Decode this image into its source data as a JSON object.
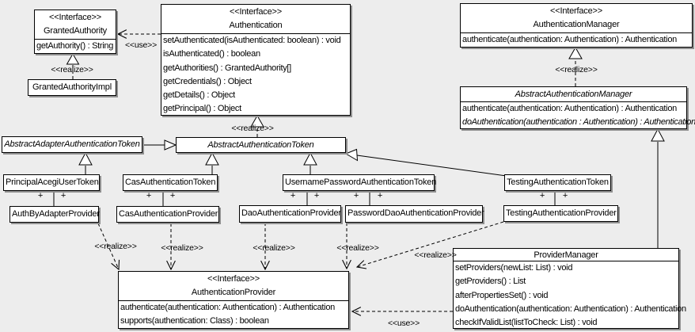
{
  "canvas": {
    "background": "#ededed",
    "box_fill": "#ffffff",
    "box_border": "#000000",
    "shadow": "#8f8f8f"
  },
  "edge_labels": {
    "use": "<<use>>",
    "realize": "<<realize>>",
    "plus": "+"
  },
  "classes": {
    "granted_authority": {
      "stereotype": "<<Interface>>",
      "name": "GrantedAuthority",
      "methods": [
        "getAuthority() : String"
      ]
    },
    "granted_authority_impl": {
      "name": "GrantedAuthorityImpl"
    },
    "authentication": {
      "stereotype": "<<Interface>>",
      "name": "Authentication",
      "methods": [
        "setAuthenticated(isAuthenticated: boolean) : void",
        "isAuthenticated() : boolean",
        "getAuthorities() : GrantedAuthority[]",
        "getCredentials() : Object",
        "getDetails() : Object",
        "getPrincipal() : Object"
      ]
    },
    "authentication_manager": {
      "stereotype": "<<Interface>>",
      "name": "AuthenticationManager",
      "methods": [
        "authenticate(authentication: Authentication) : Authentication"
      ]
    },
    "abstract_authentication_manager": {
      "name": "AbstractAuthenticationManager",
      "abstract": true,
      "methods": [
        "authenticate(authentication: Authentication) : Authentication",
        "doAuthentication(authentication : Authentication) : Authentication"
      ]
    },
    "abstract_adapter_authentication_token": {
      "name": "AbstractAdapterAuthenticationToken",
      "abstract": true
    },
    "abstract_authentication_token": {
      "name": "AbstractAuthenticationToken",
      "abstract": true
    },
    "principal_acegi_user_token": {
      "name": "PrincipalAcegiUserToken"
    },
    "cas_authentication_token": {
      "name": "CasAuthenticationToken"
    },
    "username_password_authentication_token": {
      "name": "UsernamePasswordAuthenticationToken"
    },
    "testing_authentication_token": {
      "name": "TestingAuthenticationToken"
    },
    "auth_by_adapter_provider": {
      "name": "AuthByAdapterProvider"
    },
    "cas_authentication_provider": {
      "name": "CasAuthenticationProvider"
    },
    "dao_authentication_provider": {
      "name": "DaoAuthenticationProvider"
    },
    "password_dao_authentication_provider": {
      "name": "PasswordDaoAuthenticationProvider"
    },
    "testing_authentication_provider": {
      "name": "TestingAuthenticationProvider"
    },
    "authentication_provider": {
      "stereotype": "<<Interface>>",
      "name": "AuthenticationProvider",
      "methods": [
        "authenticate(authentication: Authentication) : Authentication",
        "supports(authentication: Class) : boolean"
      ]
    },
    "provider_manager": {
      "name": "ProviderManager",
      "methods": [
        "setProviders(newList: List) : void",
        "getProviders() : List",
        "afterPropertiesSet() : void",
        "doAuthentication(authentication: Authentication) : Authentication",
        "checkIfValidList(listToCheck: List) : void"
      ]
    }
  },
  "relationships": [
    {
      "from": "Authentication",
      "to": "GrantedAuthority",
      "type": "use",
      "label": "<<use>>"
    },
    {
      "from": "GrantedAuthorityImpl",
      "to": "GrantedAuthority",
      "type": "realize",
      "label": "<<realize>>"
    },
    {
      "from": "AbstractAuthenticationToken",
      "to": "Authentication",
      "type": "realize",
      "label": "<<realize>>"
    },
    {
      "from": "AbstractAuthenticationManager",
      "to": "AuthenticationManager",
      "type": "realize",
      "label": "<<realize>>"
    },
    {
      "from": "AbstractAdapterAuthenticationToken",
      "to": "AbstractAuthenticationToken",
      "type": "generalization"
    },
    {
      "from": "PrincipalAcegiUserToken",
      "to": "AbstractAdapterAuthenticationToken",
      "type": "generalization"
    },
    {
      "from": "CasAuthenticationToken",
      "to": "AbstractAuthenticationToken",
      "type": "generalization"
    },
    {
      "from": "UsernamePasswordAuthenticationToken",
      "to": "AbstractAuthenticationToken",
      "type": "generalization"
    },
    {
      "from": "TestingAuthenticationToken",
      "to": "AbstractAuthenticationToken",
      "type": "generalization"
    },
    {
      "from": "ProviderManager",
      "to": "AbstractAuthenticationManager",
      "type": "generalization"
    },
    {
      "from": "PrincipalAcegiUserToken",
      "to": "AuthByAdapterProvider",
      "type": "association",
      "end_labels": [
        "+",
        "+"
      ]
    },
    {
      "from": "CasAuthenticationToken",
      "to": "CasAuthenticationProvider",
      "type": "association",
      "end_labels": [
        "+",
        "+"
      ]
    },
    {
      "from": "UsernamePasswordAuthenticationToken",
      "to": "DaoAuthenticationProvider",
      "type": "association",
      "end_labels": [
        "+",
        "+"
      ]
    },
    {
      "from": "UsernamePasswordAuthenticationToken",
      "to": "PasswordDaoAuthenticationProvider",
      "type": "association",
      "end_labels": [
        "+",
        "+"
      ]
    },
    {
      "from": "TestingAuthenticationToken",
      "to": "TestingAuthenticationProvider",
      "type": "association",
      "end_labels": [
        "+",
        "+"
      ]
    },
    {
      "from": "AuthByAdapterProvider",
      "to": "AuthenticationProvider",
      "type": "realize",
      "label": "<<realize>>"
    },
    {
      "from": "CasAuthenticationProvider",
      "to": "AuthenticationProvider",
      "type": "realize",
      "label": "<<realize>>"
    },
    {
      "from": "DaoAuthenticationProvider",
      "to": "AuthenticationProvider",
      "type": "realize",
      "label": "<<realize>>"
    },
    {
      "from": "PasswordDaoAuthenticationProvider",
      "to": "AuthenticationProvider",
      "type": "realize",
      "label": "<<realize>>"
    },
    {
      "from": "TestingAuthenticationProvider",
      "to": "AuthenticationProvider",
      "type": "realize",
      "label": "<<realize>>"
    },
    {
      "from": "ProviderManager",
      "to": "AuthenticationProvider",
      "type": "use",
      "label": "<<use>>"
    }
  ]
}
